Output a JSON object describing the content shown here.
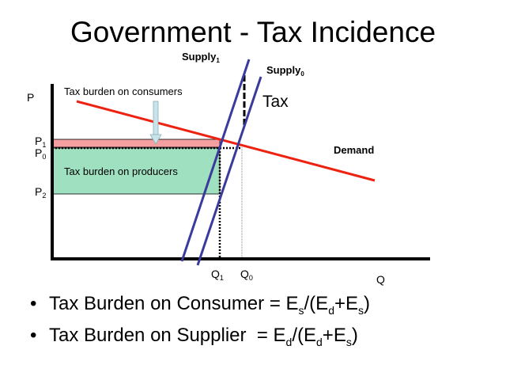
{
  "title": "Government - Tax Incidence",
  "diagram": {
    "axis_p": "P",
    "axis_q": "Q",
    "p1": {
      "base": "P",
      "sub": "1"
    },
    "p0": {
      "base": "P",
      "sub": "0"
    },
    "p2": {
      "base": "P",
      "sub": "2"
    },
    "q1": {
      "base": "Q",
      "sub": "1"
    },
    "q0": {
      "base": "Q",
      "sub": "0"
    },
    "supply1": {
      "base": "Supply",
      "sub": "1"
    },
    "supply0": {
      "base": "Supply",
      "sub": "0"
    },
    "tax": "Tax",
    "demand": "Demand",
    "consumer_burden": "Tax burden on consumers",
    "producer_burden": "Tax burden on producers",
    "colors": {
      "demand": "#ee2211",
      "supply": "#3a3a9c",
      "consumer_area": "#f4a0a0",
      "producer_area": "#9fe0c0",
      "arrow": "#c7e4ea"
    }
  },
  "bullets": [
    {
      "prefix": "Tax Burden on Consumer = E",
      "s1": "s",
      "mid": "/(E",
      "s2": "d",
      "plus": "+E",
      "s3": "s",
      "end": ")"
    },
    {
      "prefix": "Tax Burden on Supplier  = E",
      "s1": "d",
      "mid": "/(E",
      "s2": "d",
      "plus": "+E",
      "s3": "s",
      "end": ")"
    }
  ]
}
